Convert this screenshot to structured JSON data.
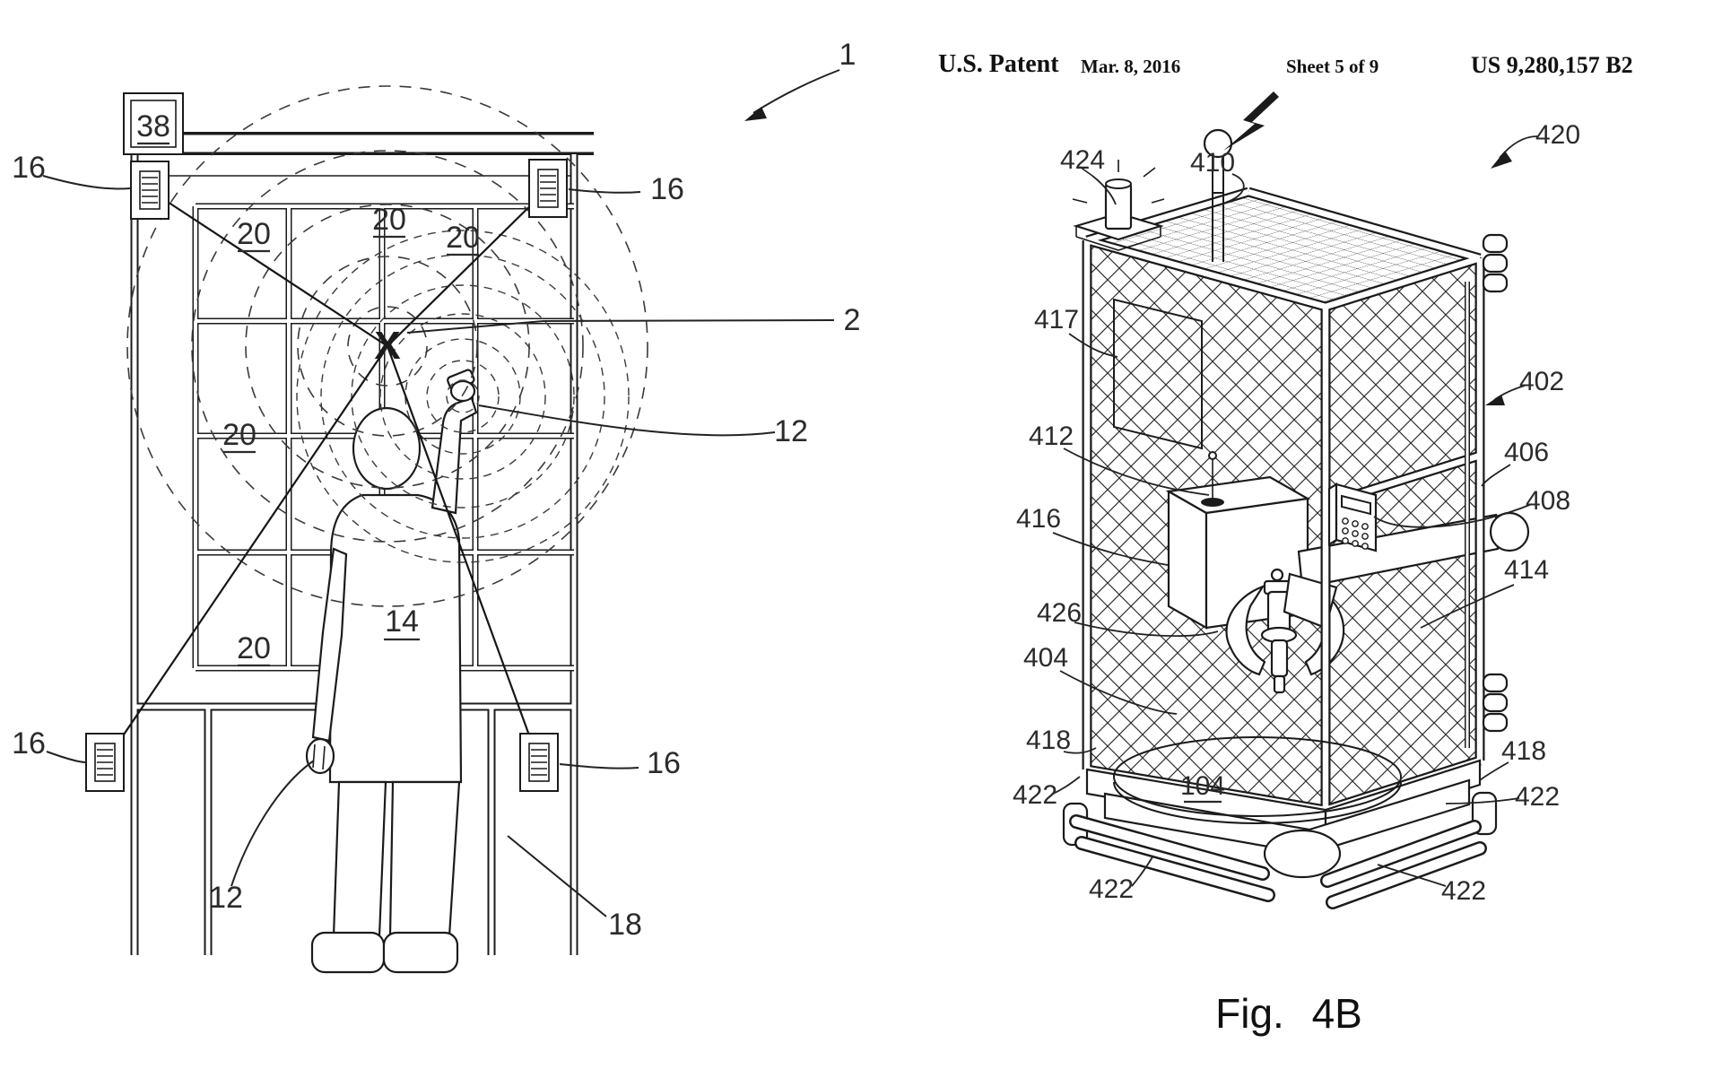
{
  "colors": {
    "background": "#ffffff",
    "ink": "#1b1b1b"
  },
  "header": {
    "title": "U.S. Patent",
    "date": "Mar. 8, 2016",
    "sheet": "Sheet 5 of 9",
    "patent_number": "US 9,280,157 B2"
  },
  "fig4a": {
    "refs": {
      "system": "1",
      "item_location": "2",
      "hand_scanner": "12",
      "user": "14",
      "sensor": "16",
      "shelf_leg": "18",
      "bin": "20",
      "computer": "38"
    },
    "x_marker": "X"
  },
  "fig4b": {
    "caption": "Fig. 4B",
    "refs": {
      "turntable": "104",
      "frame": "402",
      "gripper": "404",
      "door": "406",
      "keypad": "408",
      "antenna": "410",
      "sensor": "412",
      "arm": "414",
      "bin": "416",
      "panel": "417",
      "base": "418",
      "cart": "420",
      "fork": "422",
      "beacon": "424",
      "interior": "426"
    }
  }
}
